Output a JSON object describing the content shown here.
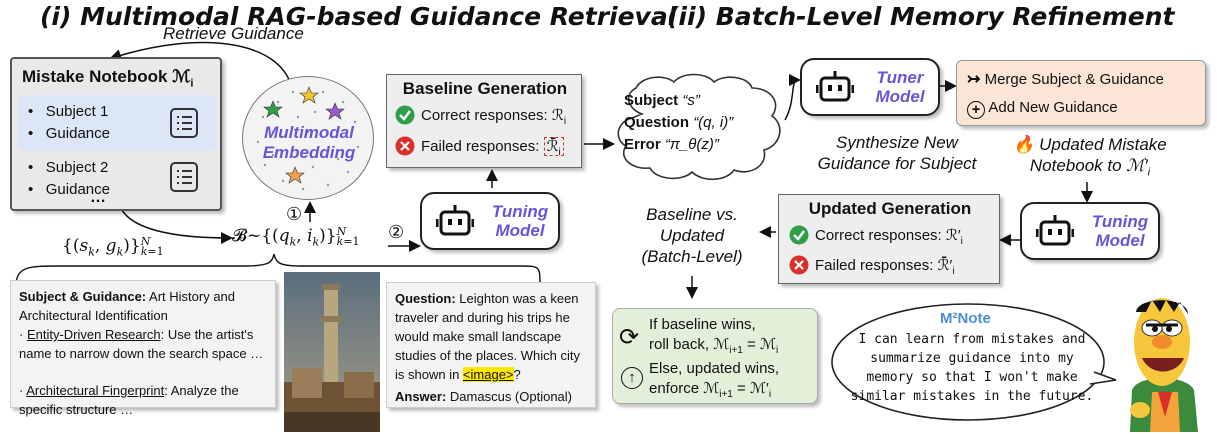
{
  "titles": {
    "left": "(i) Multimodal RAG-based Guidance Retrieval",
    "right": "(ii) Batch-Level Memory Refinement"
  },
  "retrieve_label": "Retrieve Guidance",
  "notebook": {
    "title": "Mistake Notebook ℳ",
    "title_sub": "i",
    "entries": [
      {
        "subject": "Subject 1",
        "guidance": "Guidance"
      },
      {
        "subject": "Subject 2",
        "guidance": "Guidance"
      }
    ],
    "more": "…"
  },
  "embedding": {
    "line1": "Multimodal",
    "line2": "Embedding"
  },
  "step_labels": {
    "one": "①",
    "two": "②"
  },
  "batch_formula": "𝓑~{(q_k, i_k)}_{k=1}^N",
  "pairs_formula": "{(s_k, g_k)}_{k=1}^N",
  "tuning_model_label": "Tuning Model",
  "tuner_model_label": "Tuner Model",
  "baseline": {
    "title": "Baseline Generation",
    "correct": "Correct responses: ℛ",
    "correct_sub": "i",
    "failed": "Failed responses: ",
    "failed_sym": "ℛ̄",
    "failed_sub": "i"
  },
  "cloud": {
    "subject_key": "Subject",
    "subject_val": "“s”",
    "question_key": "Question",
    "question_val": "“(q, i)”",
    "error_key": "Error",
    "error_val": "“π_θ(z)”"
  },
  "synthesize": {
    "line1": "Synthesize New",
    "line2": "Guidance for Subject"
  },
  "actions": {
    "merge": "Merge Subject & Guidance",
    "add": "Add New Guidance"
  },
  "updated_notebook": {
    "line1": "Updated Mistake",
    "line2": "Notebook to ℳ′",
    "sub": "i"
  },
  "updated": {
    "title": "Updated Generation",
    "correct": "Correct responses: ℛ′",
    "correct_sub": "i",
    "failed": "Failed responses: ℛ̄′",
    "failed_sub": "i"
  },
  "comparison": {
    "line1": "Baseline vs.",
    "line2": "Updated",
    "line3": "(Batch-Level)"
  },
  "decision": {
    "rollback_1": "If baseline wins,",
    "rollback_2": "roll back, ℳ",
    "rollback_2_sub": "i+1",
    "rollback_2_eq": " = ℳ",
    "rollback_2_sub2": "i",
    "enforce_1": "Else, updated wins,",
    "enforce_2": "enforce ℳ",
    "enforce_2_sub": "i+1",
    "enforce_2_eq": " = ℳ′",
    "enforce_2_sub2": "i"
  },
  "speech": {
    "brand": "M²Note",
    "text": "I can learn from mistakes and summarize guidance into my memory so that I won't make similar mistakes in the future."
  },
  "example": {
    "subject_label": "Subject & Guidance:",
    "subject_text": " Art History and Architectural Identification",
    "bullet1_link": "Entity-Driven Research",
    "bullet1_text": ": Use the artist's name to narrow down the search space …",
    "bullet2_link": "Architectural Fingerprint",
    "bullet2_text": ": Analyze the specific structure …",
    "question_label": "Question:",
    "question_text": " Leighton was a keen traveler and during his trips he would make small landscape studies of the places. Which city is shown in ",
    "image_tag": "<image>",
    "question_end": "?",
    "answer_label": "Answer:",
    "answer_text": " Damascus (Optional)"
  },
  "colors": {
    "purple_accent": "#6a55d6",
    "notebook_blue": "#dbe6f7",
    "action_bg": "#fbe5d6",
    "decision_bg": "#e2f0d9",
    "correct_green": "#2e9e48",
    "failed_red": "#d9302c"
  }
}
